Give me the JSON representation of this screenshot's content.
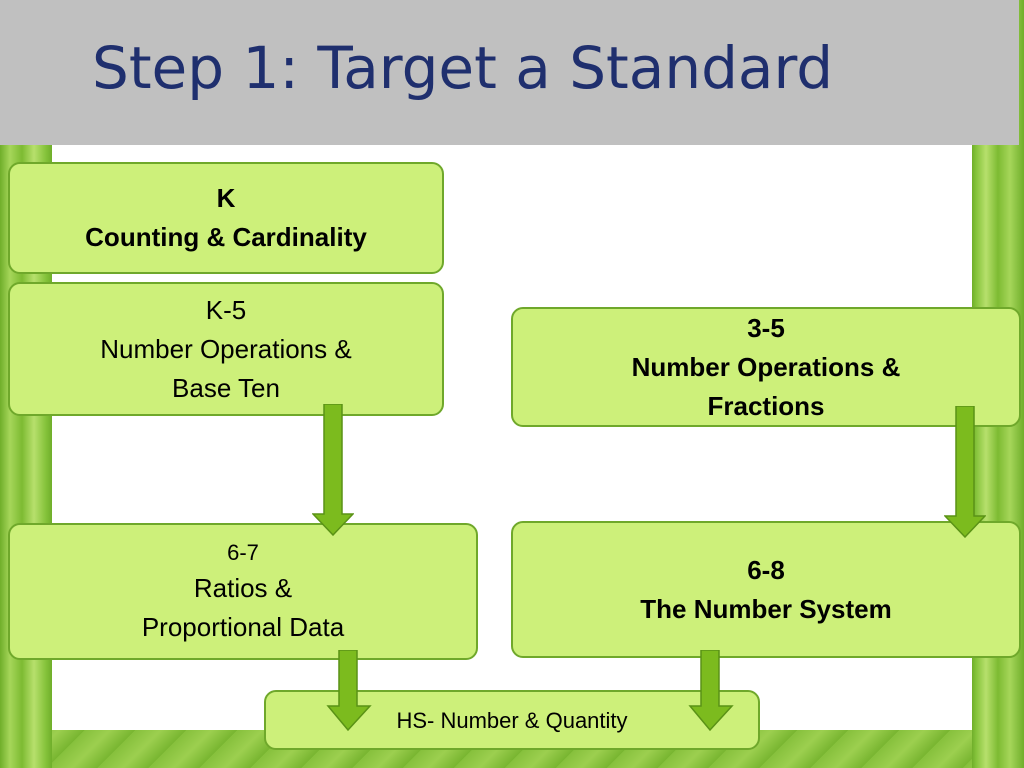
{
  "slide": {
    "title": "Step 1: Target a Standard"
  },
  "colors": {
    "title_bar": "#c0c0c0",
    "title_text": "#1f2f6e",
    "box_fill": "#cdf07a",
    "box_border": "#6fa82b",
    "arrow_fill": "#7cbb1e",
    "arrow_stroke": "#5a9216",
    "background": "#8cc63f"
  },
  "boxes": {
    "k": {
      "grade": "K",
      "domain": "Counting & Cardinality"
    },
    "k5": {
      "grade": "K-5",
      "domain_line1": "Number Operations &",
      "domain_line2": "Base Ten"
    },
    "g35": {
      "grade": "3-5",
      "domain_line1": "Number Operations &",
      "domain_line2": "Fractions"
    },
    "g67": {
      "grade": "6-7",
      "domain_line1": "Ratios &",
      "domain_line2": "Proportional Data"
    },
    "g68": {
      "grade": "6-8",
      "domain": "The Number System"
    },
    "hs": {
      "label": "HS- Number & Quantity"
    }
  }
}
